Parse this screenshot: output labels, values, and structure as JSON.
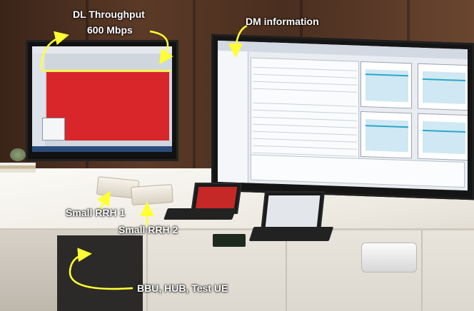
{
  "annotations": {
    "dl_throughput_line1": "DL Throughput",
    "dl_throughput_line2": "600 Mbps",
    "dm_information": "DM information",
    "small_rrh_1": "Small RRH 1",
    "small_rrh_2": "Small RRH 2",
    "bbu_hub_test_ue": "BBU, HUB, Test UE"
  },
  "colors": {
    "annotation_text": "#ffffff",
    "arrow": "#ffff33",
    "throughput_fill": "#d8262a"
  }
}
